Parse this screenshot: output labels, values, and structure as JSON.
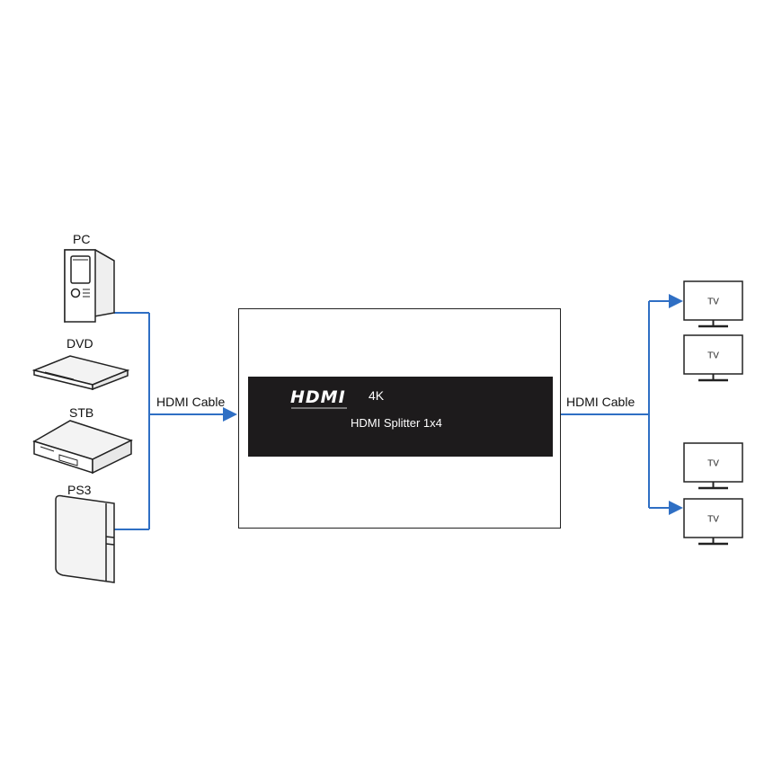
{
  "sources": [
    {
      "id": "pc",
      "label": "PC",
      "icon": "pc-tower-icon"
    },
    {
      "id": "dvd",
      "label": "DVD",
      "icon": "dvd-player-icon"
    },
    {
      "id": "stb",
      "label": "STB",
      "icon": "set-top-box-icon"
    },
    {
      "id": "ps3",
      "label": "PS3",
      "icon": "game-console-icon"
    }
  ],
  "cable_in_label": "HDMI Cable",
  "cable_out_label": "HDMI Cable",
  "splitter": {
    "logo": "HDMI",
    "resolution": "4K",
    "model": "HDMI Splitter 1x4"
  },
  "displays": [
    {
      "label": "TV"
    },
    {
      "label": "TV"
    },
    {
      "label": "TV"
    },
    {
      "label": "TV"
    }
  ],
  "colors": {
    "cable": "#2f6fc4",
    "panel": "#1d1b1c",
    "outline": "#222222"
  }
}
